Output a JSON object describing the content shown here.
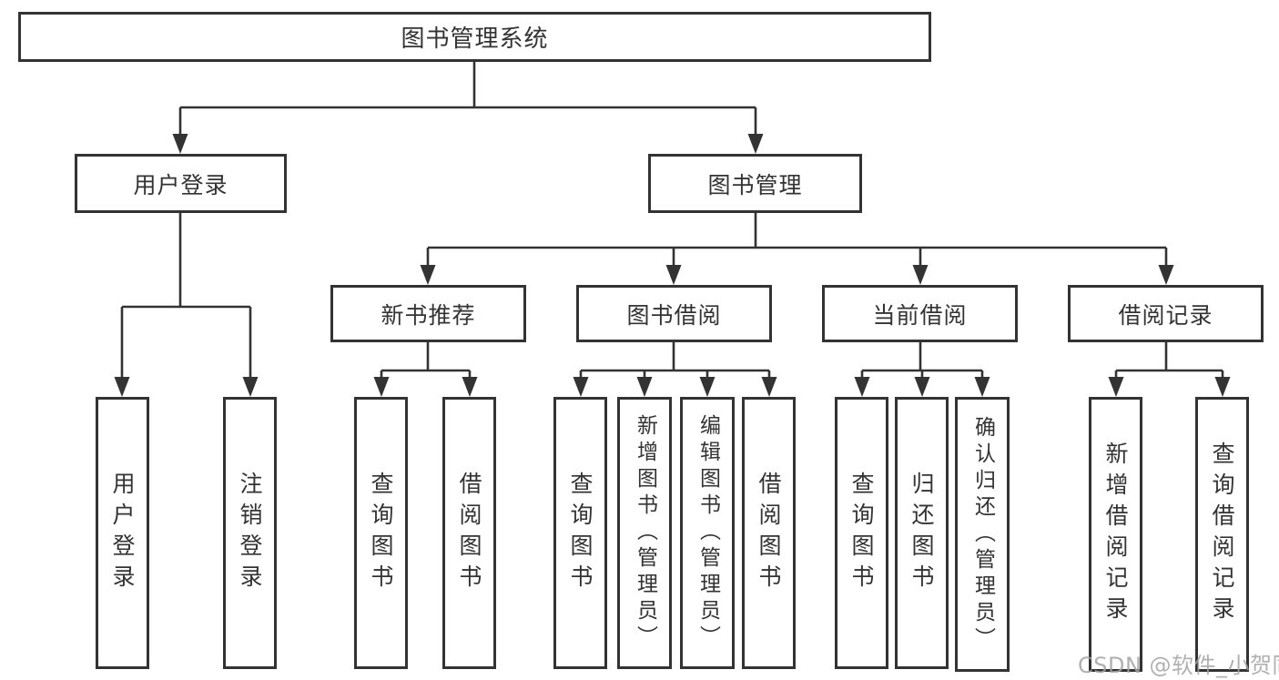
{
  "tree": {
    "root": {
      "label": "图书管理系统"
    },
    "branches": [
      {
        "label": "用户登录",
        "children": [
          {
            "label": "用户登录"
          },
          {
            "label": "注销登录"
          }
        ]
      },
      {
        "label": "图书管理",
        "groups": [
          {
            "label": "新书推荐",
            "children": [
              {
                "label": "查询图书"
              },
              {
                "label": "借阅图书"
              }
            ]
          },
          {
            "label": "图书借阅",
            "children": [
              {
                "label": "查询图书"
              },
              {
                "label": "新增图书（管理员）"
              },
              {
                "label": "编辑图书（管理员）"
              },
              {
                "label": "借阅图书"
              }
            ]
          },
          {
            "label": "当前借阅",
            "children": [
              {
                "label": "查询图书"
              },
              {
                "label": "归还图书"
              },
              {
                "label": "确认归还（管理员）"
              }
            ]
          },
          {
            "label": "借阅记录",
            "children": [
              {
                "label": "新增借阅记录"
              },
              {
                "label": "查询借阅记录"
              }
            ]
          }
        ]
      }
    ]
  },
  "watermark": {
    "text": "CSDN @软件_小贺同学"
  },
  "colors": {
    "line": "#333333",
    "text": "#333333",
    "bg": "#ffffff",
    "wm": "#a3a3a3"
  }
}
